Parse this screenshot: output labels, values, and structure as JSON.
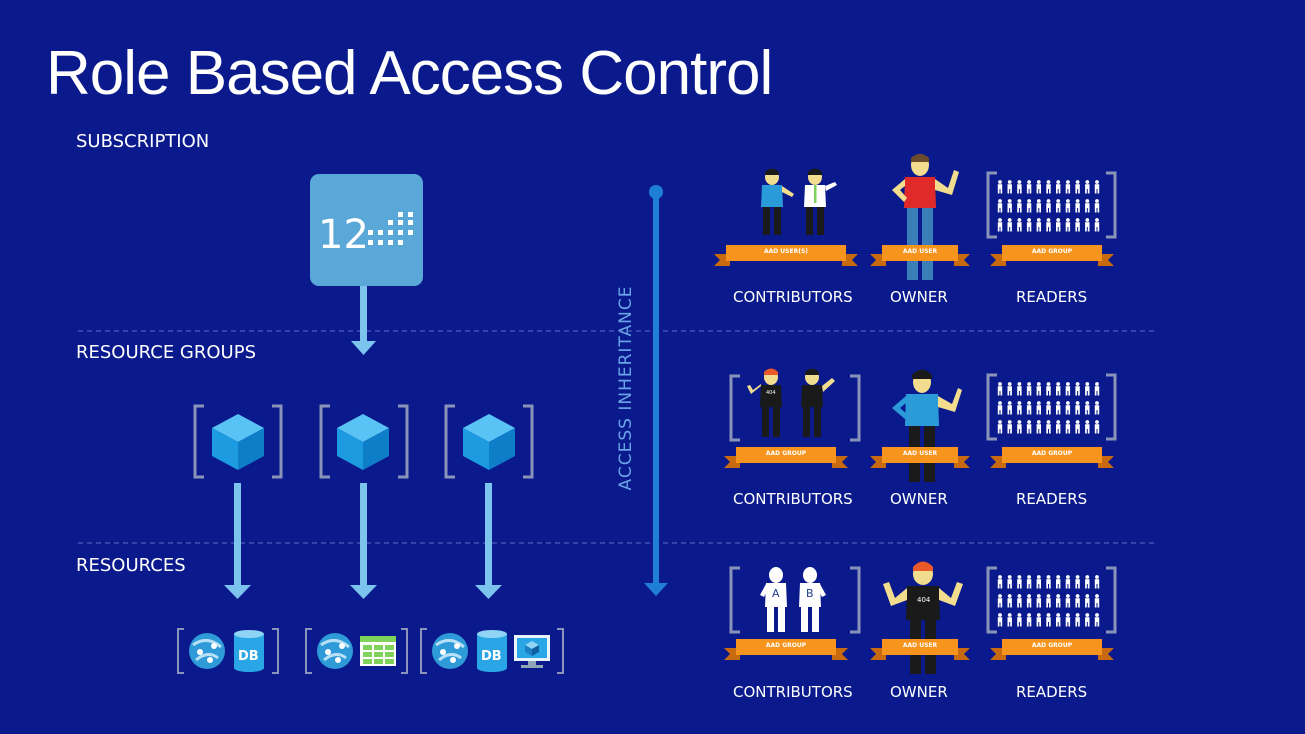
{
  "title": "Role Based Access Control",
  "sections": {
    "subscription": "SUBSCRIPTION",
    "resource_groups": "RESOURCE GROUPS",
    "resources": "RESOURCES"
  },
  "subscription_tile": {
    "number": "12"
  },
  "access_inheritance": "ACCESS INHERITANCE",
  "resource_icons": {
    "db": "DB"
  },
  "role_rows": [
    {
      "contributors": {
        "label": "CONTRIBUTORS",
        "badge": "AAD USER(S)"
      },
      "owner": {
        "label": "OWNER",
        "badge": "AAD USER"
      },
      "readers": {
        "label": "READERS",
        "badge": "AAD GROUP"
      }
    },
    {
      "contributors": {
        "label": "CONTRIBUTORS",
        "badge": "AAD GROUP",
        "shirt_text": "404"
      },
      "owner": {
        "label": "OWNER",
        "badge": "AAD USER"
      },
      "readers": {
        "label": "READERS",
        "badge": "AAD GROUP"
      }
    },
    {
      "contributors": {
        "label": "CONTRIBUTORS",
        "badge": "AAD GROUP",
        "jersey_a": "A",
        "jersey_b": "B"
      },
      "owner": {
        "label": "OWNER",
        "badge": "AAD USER",
        "shirt_text": "404"
      },
      "readers": {
        "label": "READERS",
        "badge": "AAD GROUP"
      }
    }
  ],
  "colors": {
    "background": "#0a1a8c",
    "badge": "#f7941d",
    "arrow": "#7cc3ee",
    "tile": "#5aa8d8",
    "cube": "#1c9be0",
    "bracket": "#8a94b8"
  }
}
